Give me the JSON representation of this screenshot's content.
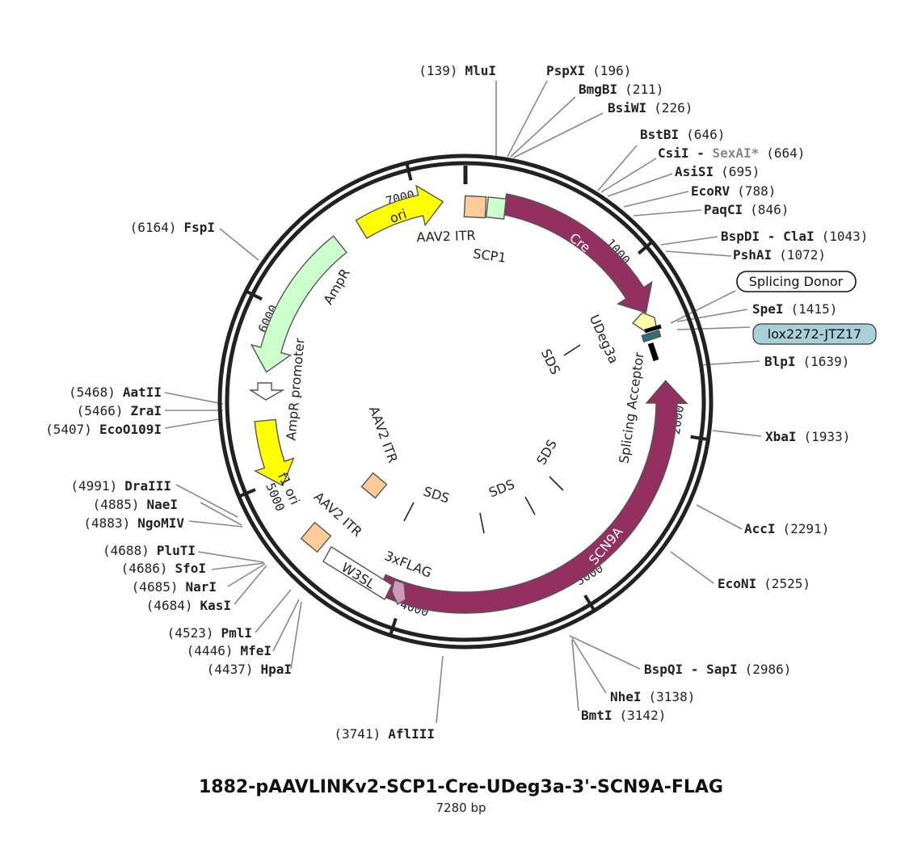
{
  "plasmid": {
    "name": "1882-pAAVLINKv2-SCP1-Cre-UDeg3a-3'-SCN9A-FLAG",
    "size_label": "7280 bp",
    "length": 7280
  },
  "tick_labels": [
    "1000",
    "2000",
    "3000",
    "4000",
    "5000",
    "6000",
    "7000"
  ],
  "features": [
    {
      "name": "Cre",
      "type": "arrow",
      "start": 226,
      "end": 1290,
      "color": "#93305f",
      "label_inside": true
    },
    {
      "name": "SCN9A",
      "type": "arrow",
      "start": 1700,
      "end": 4140,
      "color": "#93305f",
      "label_inside": true
    },
    {
      "name": "ori",
      "type": "arrow",
      "start": 6650,
      "end": 7150,
      "color": "#ffff00",
      "label_inside": true
    },
    {
      "name": "AmpR",
      "type": "arrow",
      "start": 5630,
      "end": 6500,
      "color": "#ccffcc",
      "label_inside": false
    },
    {
      "name": "f1 ori",
      "type": "arrow",
      "start": 4960,
      "end": 5350,
      "color": "#ffff00",
      "label_inside": true
    }
  ],
  "labels": {
    "aav2_itr_top": "AAV2 ITR",
    "scp1": "SCP1",
    "udeg3a": "UDeg3a",
    "splicing_acceptor": "Splicing Acceptor",
    "ampr_promoter": "AmpR promoter",
    "aav2_itr_left": "AAV2 ITR",
    "w3sl": "W3SL",
    "flag": "3xFLAG",
    "aav2_itr_center": "AAV2 ITR",
    "sds": "SDS"
  },
  "boxed_labels": {
    "splicing_donor": "Splicing Donor",
    "lox": "lox2272-JTZ17"
  },
  "sites": [
    {
      "id": "mlui",
      "name": "MluI",
      "pos": "(139)"
    },
    {
      "id": "pspxi",
      "name": "PspXI",
      "pos": "(196)"
    },
    {
      "id": "bmgbi",
      "name": "BmgBI",
      "pos": "(211)"
    },
    {
      "id": "bsiwi",
      "name": "BsiWI",
      "pos": "(226)"
    },
    {
      "id": "bstbi",
      "name": "BstBI",
      "pos": "(646)"
    },
    {
      "id": "csii",
      "name": "CsiI",
      "sep": " - ",
      "alt": "SexAI*",
      "pos": "(664)"
    },
    {
      "id": "asisi",
      "name": "AsiSI",
      "pos": "(695)"
    },
    {
      "id": "ecorv",
      "name": "EcoRV",
      "pos": "(788)"
    },
    {
      "id": "paqci",
      "name": "PaqCI",
      "pos": "(846)"
    },
    {
      "id": "bspdi",
      "name": "BspDI - ClaI",
      "pos": "(1043)"
    },
    {
      "id": "pshai",
      "name": "PshAI",
      "pos": "(1072)"
    },
    {
      "id": "spei",
      "name": "SpeI",
      "pos": "(1415)"
    },
    {
      "id": "blpi",
      "name": "BlpI",
      "pos": "(1639)"
    },
    {
      "id": "xbai",
      "name": "XbaI",
      "pos": "(1933)"
    },
    {
      "id": "acci",
      "name": "AccI",
      "pos": "(2291)"
    },
    {
      "id": "econi",
      "name": "EcoNI",
      "pos": "(2525)"
    },
    {
      "id": "bspqi",
      "name": "BspQI - SapI",
      "pos": "(2986)"
    },
    {
      "id": "nhei",
      "name": "NheI",
      "pos": "(3138)"
    },
    {
      "id": "bmti",
      "name": "BmtI",
      "pos": "(3142)"
    },
    {
      "id": "aflii",
      "name": "AflIII",
      "pos": "(3741)"
    },
    {
      "id": "hpai",
      "name": "HpaI",
      "pos": "(4437)"
    },
    {
      "id": "mfei",
      "name": "MfeI",
      "pos": "(4446)"
    },
    {
      "id": "pmli",
      "name": "PmlI",
      "pos": "(4523)"
    },
    {
      "id": "kasi",
      "name": "KasI",
      "pos": "(4684)"
    },
    {
      "id": "nari",
      "name": "NarI",
      "pos": "(4685)"
    },
    {
      "id": "sfoi",
      "name": "SfoI",
      "pos": "(4686)"
    },
    {
      "id": "pluti",
      "name": "PluTI",
      "pos": "(4688)"
    },
    {
      "id": "ngomiv",
      "name": "NgoMIV",
      "pos": "(4883)"
    },
    {
      "id": "naei",
      "name": "NaeI",
      "pos": "(4885)"
    },
    {
      "id": "draiii",
      "name": "DraIII",
      "pos": "(4991)"
    },
    {
      "id": "eco109",
      "name": "EcoO109I",
      "pos": "(5407)"
    },
    {
      "id": "zrai",
      "name": "ZraI",
      "pos": "(5466)"
    },
    {
      "id": "aatii",
      "name": "AatII",
      "pos": "(5468)"
    },
    {
      "id": "fspi",
      "name": "FspI",
      "pos": "(6164)"
    }
  ],
  "colors": {
    "backbone": "#222222",
    "cre_scn9a": "#93305f",
    "ori": "#ffff00",
    "ampr": "#ccffcc",
    "itr": "#ffcc99",
    "scp1": "#ccffcc",
    "flag": "#cc99bb",
    "lox_box": "#a8d0d8",
    "site_line": "#888888",
    "sexai": "#888888"
  }
}
